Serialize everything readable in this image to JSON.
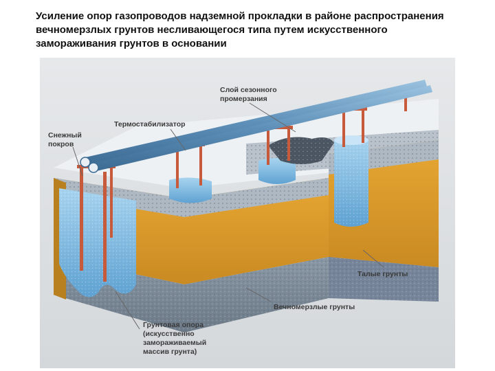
{
  "title": {
    "lines": [
      "Усиление опор газопроводов надземной прокладки в районе распространения",
      "вечномерзлых грунтов несливающегося типа путем искусственного",
      "замораживания грунтов в основании"
    ]
  },
  "labels": {
    "seasonal_layer": [
      "Слой сезонного",
      "промерзания"
    ],
    "thermostabilizer": "Термостабилизатор",
    "snow_cover": [
      "Снежный",
      "покров"
    ],
    "thawed_soils": "Талые грунты",
    "permafrost_soils": "Вечномерзлые грунты",
    "ground_support": [
      "Грунтовая опора",
      "(искусственно",
      "замораживаемый",
      "массив грунта)"
    ]
  },
  "colors": {
    "background": "#dfe2e4",
    "thawed_soil": "#d99a2a",
    "permafrost": "#7b8a99",
    "frozen_mass": "#8fc4e6",
    "snow": "#f2f4f6",
    "support": "#c85a3c",
    "pipe": "#5d8fb8"
  }
}
